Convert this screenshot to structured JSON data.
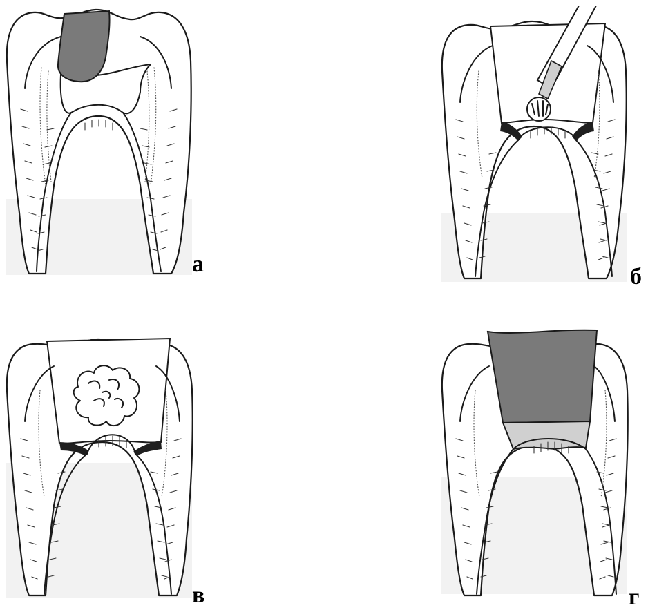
{
  "panels": [
    {
      "id": "a",
      "label": "а",
      "stage": "carious-lesion"
    },
    {
      "id": "b",
      "label": "б",
      "stage": "bur-opening-pulp-chamber"
    },
    {
      "id": "c",
      "label": "в",
      "stage": "cotton-pellet-in-chamber"
    },
    {
      "id": "d",
      "label": "г",
      "stage": "restoration-filling"
    }
  ],
  "colors": {
    "caries": "#7a7a7a",
    "filling_dark": "#7a7a7a",
    "filling_light": "#d0d0d0",
    "pulp_floor_band": "#1f1f1f",
    "bur_shaft": "#cfcfcf"
  }
}
